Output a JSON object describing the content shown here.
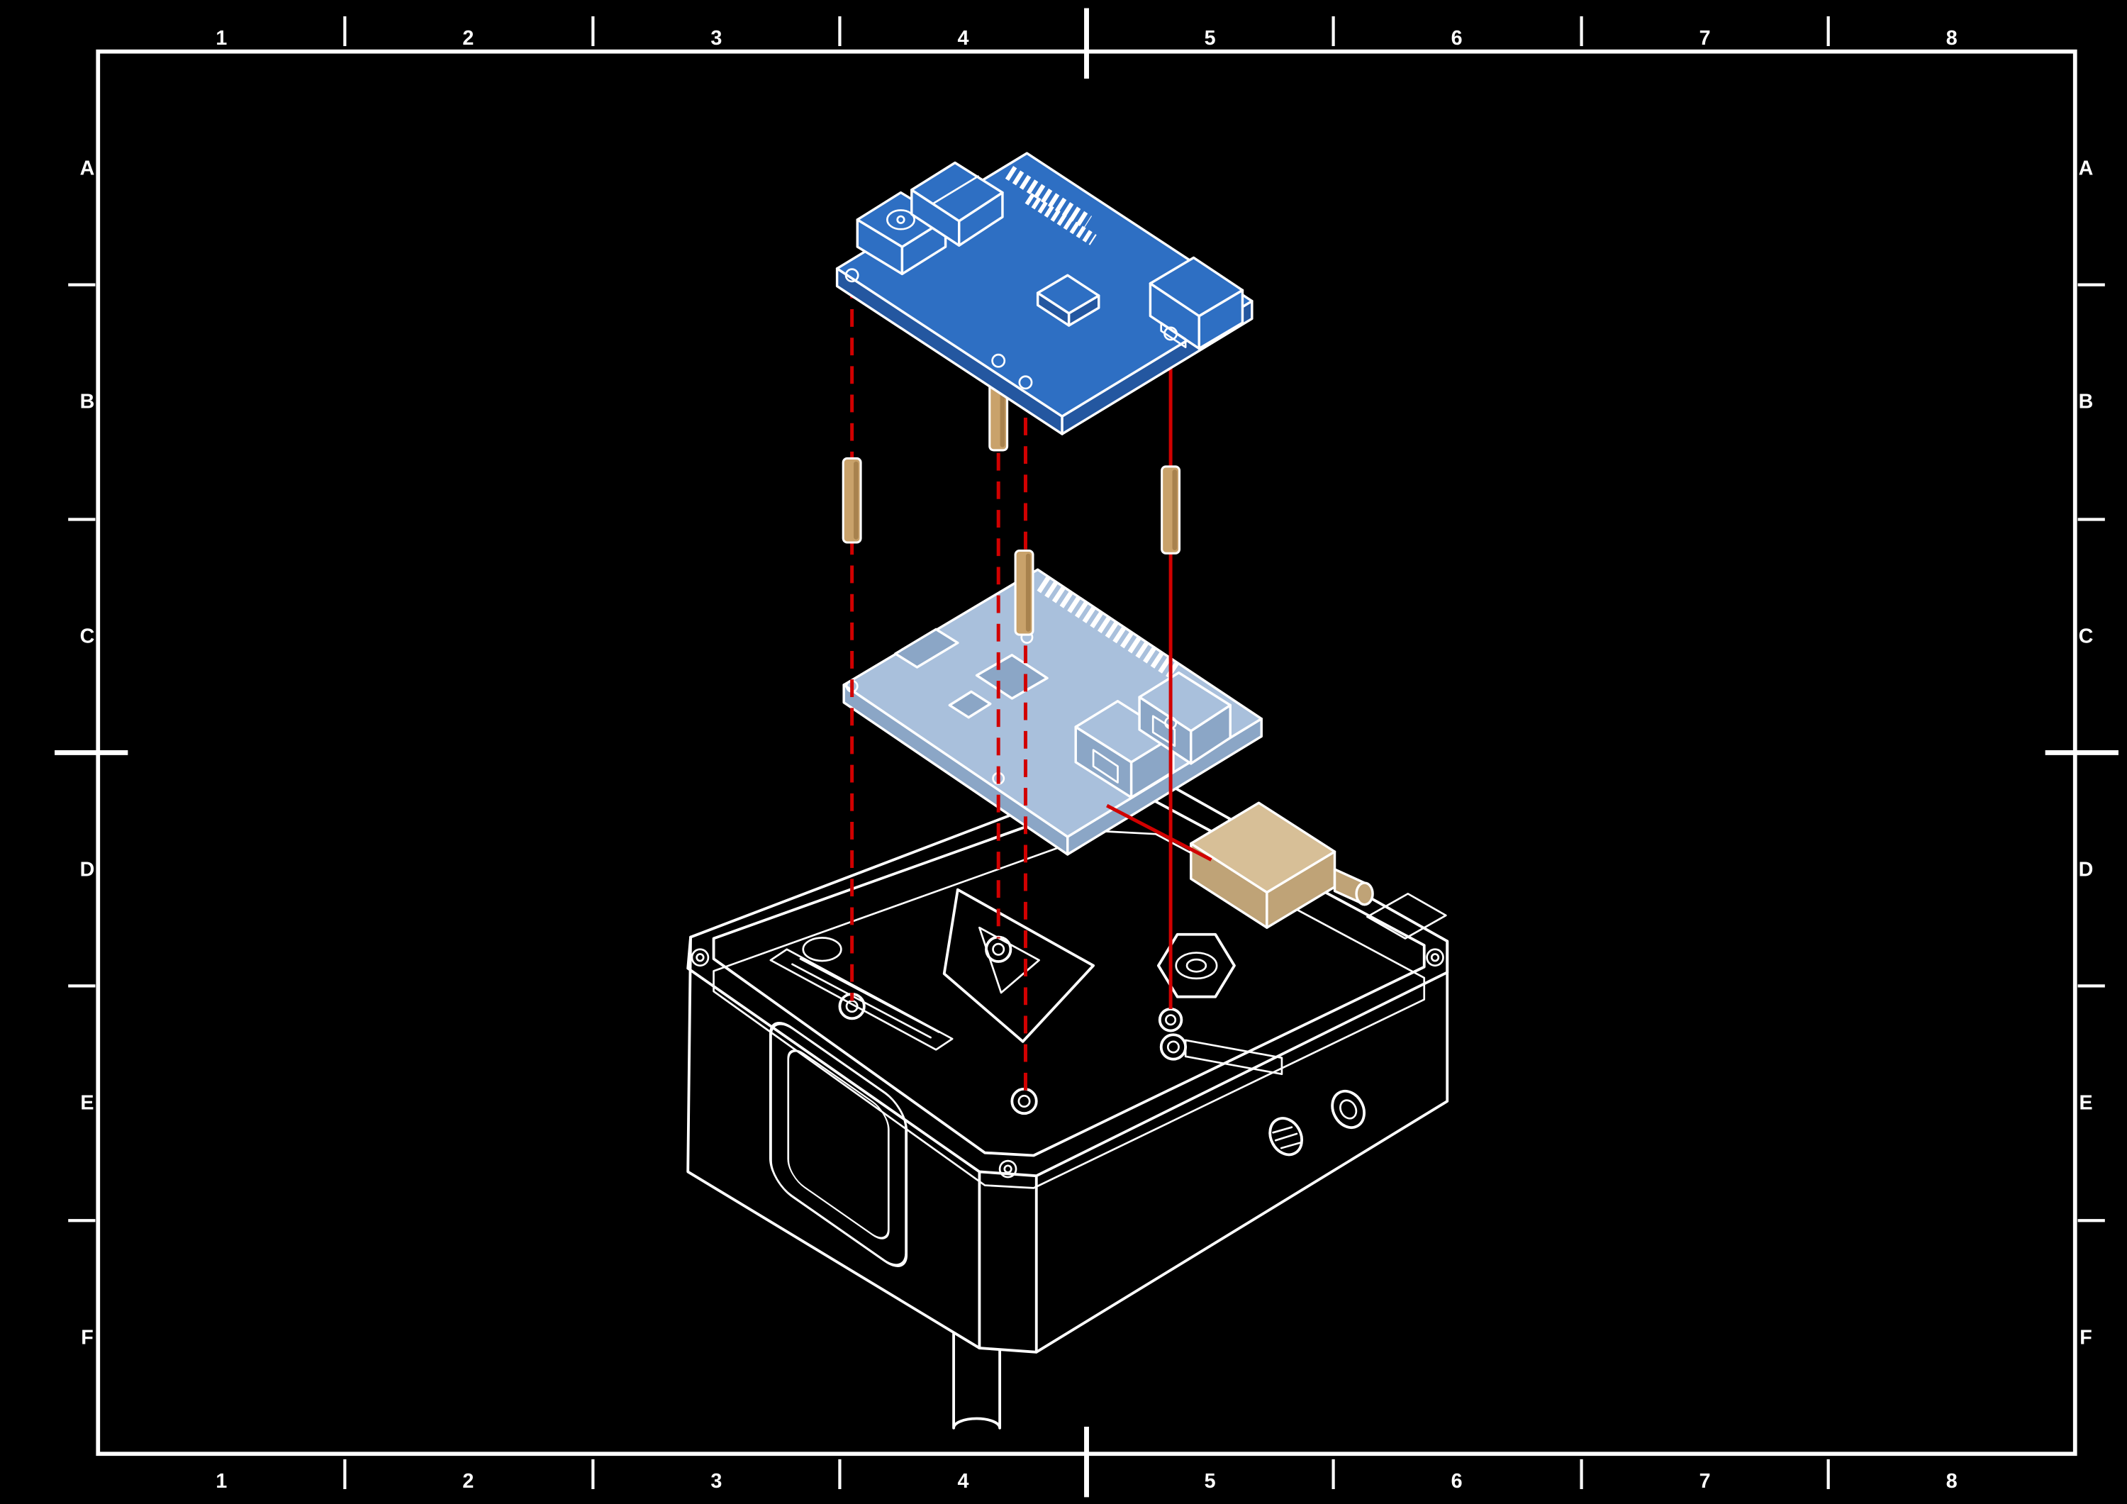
{
  "frame": {
    "columns": [
      "1",
      "2",
      "3",
      "4",
      "5",
      "6",
      "7",
      "8"
    ],
    "rows": [
      "A",
      "B",
      "C",
      "D",
      "E",
      "F"
    ]
  },
  "drawing": {
    "colors": {
      "background": "#000000",
      "outline": "#ffffff",
      "hat_board": "#2e6fc3",
      "hat_board_dark": "#2457a0",
      "pi_board": "#a9c0dc",
      "pi_board_dark": "#8ba6c6",
      "standoff": "#c9a26b",
      "standoff_dark": "#a8824e",
      "connector": "#d7bf97",
      "connector_dark": "#bfa377",
      "alignment": "#d10000"
    },
    "components": {
      "top_board": "hat-expansion-board",
      "middle_board": "single-board-computer",
      "spacers": "brass-standoffs-x4",
      "base": "enclosure-base",
      "plug": "dc-power-connector",
      "gland": "cable-gland-nut",
      "guides": "red-alignment-lines"
    }
  }
}
